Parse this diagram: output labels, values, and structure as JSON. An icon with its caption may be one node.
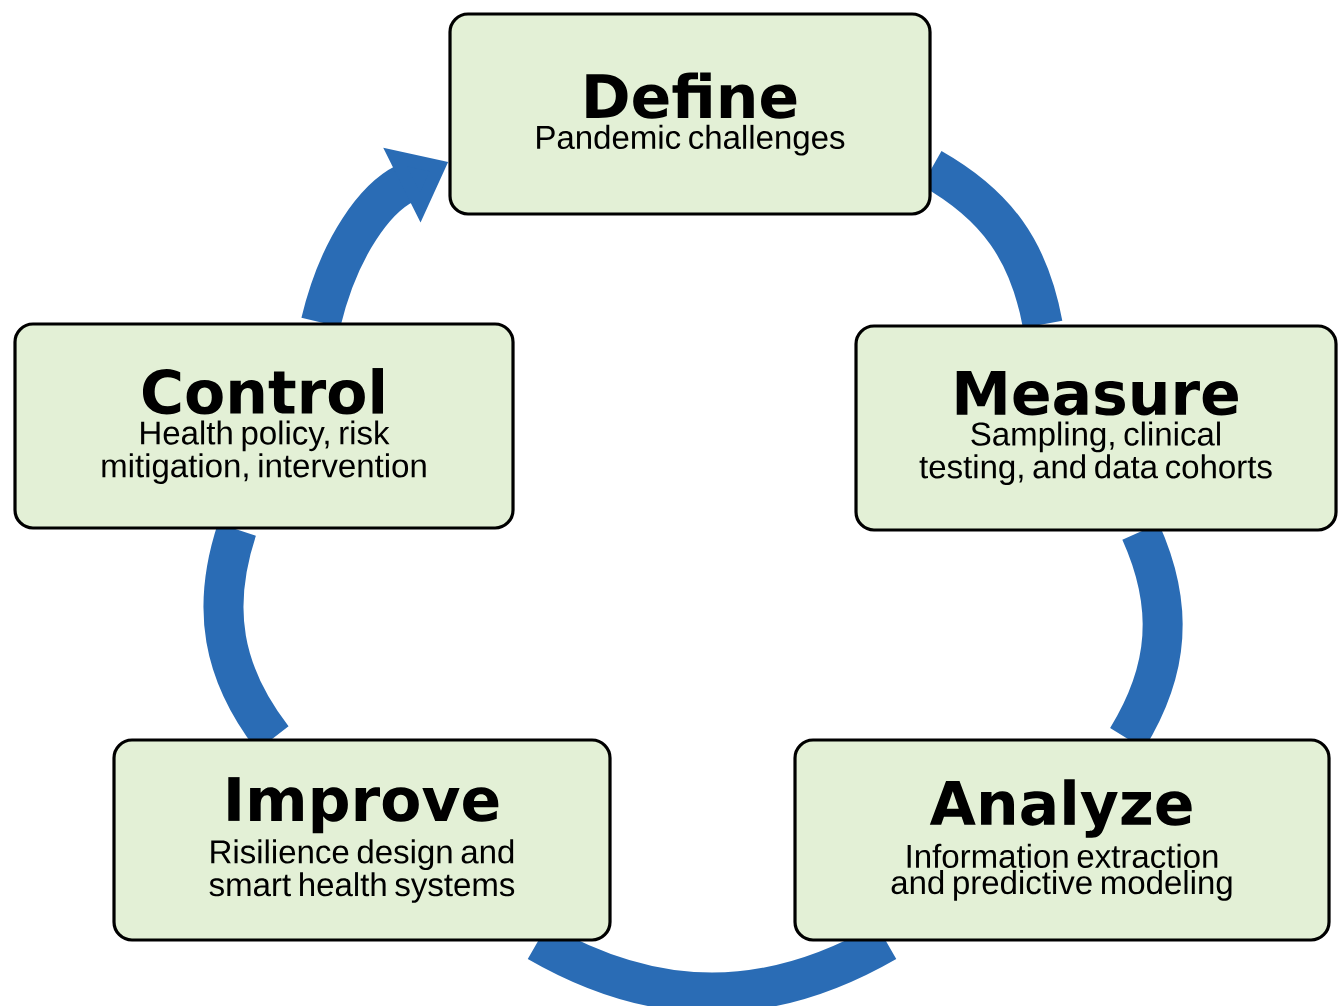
{
  "diagram": {
    "nodes": [
      {
        "text": [
          "Define",
          "Pandemic challenges"
        ]
      },
      {
        "text": [
          "Measure",
          "Sampling, clinical testing, and data cohorts"
        ]
      },
      {
        "text": [
          "Analyze",
          "Information extraction and predictive modeling"
        ]
      },
      {
        "text": [
          "Improve",
          "Risilience design and smart health systems"
        ]
      },
      {
        "text": [
          "Control",
          "Health policy, risk mitigation, intervention"
        ]
      }
    ],
    "edges": [
      {
        "from": 0,
        "to": 1,
        "arrow": "none"
      },
      {
        "from": 1,
        "to": 2,
        "arrow": "none"
      },
      {
        "from": 2,
        "to": 3,
        "arrow": "none"
      },
      {
        "from": 3,
        "to": 4,
        "arrow": "none"
      },
      {
        "from": 4,
        "to": 0,
        "arrow": "to"
      }
    ]
  }
}
